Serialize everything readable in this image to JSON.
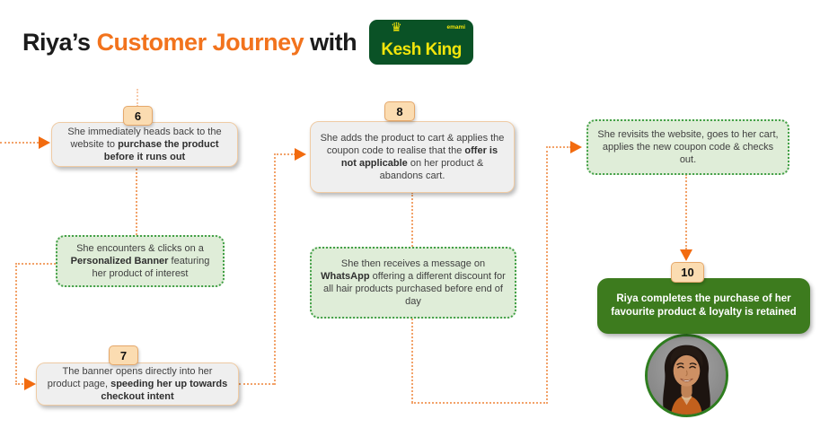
{
  "title": {
    "pre": "Riya’s ",
    "highlight": "Customer Journey",
    "post": " with"
  },
  "logo": {
    "brand": "Kesh King",
    "parent": "emami",
    "crown_icon": "♛"
  },
  "steps": {
    "step6": {
      "badge": "6",
      "pre": "She immediately heads back to the website to ",
      "bold": "purchase the product before it runs out",
      "post": ""
    },
    "banner": {
      "pre": "She encounters & clicks on a ",
      "bold": "Personalized Banner",
      "post": " featuring her product of interest"
    },
    "step7": {
      "badge": "7",
      "pre": "The banner opens directly into her product page, ",
      "bold": "speeding her up towards checkout intent",
      "post": ""
    },
    "step8": {
      "badge": "8",
      "pre": "She adds the product to cart & applies the coupon code to realise that the ",
      "bold": "offer is not applicable",
      "post": " on her product & abandons cart."
    },
    "whatsapp": {
      "pre": "She then receives a message on ",
      "bold": "WhatsApp",
      "post": " offering a different discount for all hair products purchased before end of day"
    },
    "revisit": {
      "text": "She revisits the website, goes to her cart, applies the new coupon code & checks out."
    },
    "step10": {
      "badge": "10",
      "text": "Riya completes the purchase of her favourite product & loyalty is retained"
    }
  },
  "colors": {
    "accent_orange": "#F26B0F",
    "dotted_line_orange": "#F2A269",
    "title_orange": "#F2731D",
    "light_green_fill": "#DFEDD8",
    "green_dotted_border": "#43A047",
    "dark_green_box": "#3D7B1E",
    "logo_green": "#0A5226",
    "logo_yellow": "#F2E50B",
    "badge_fill": "#FBDCB1",
    "badge_border": "#E5A86B",
    "gray_box_fill": "#EFEFEF",
    "avatar_ring_green": "#2E7D1F"
  }
}
